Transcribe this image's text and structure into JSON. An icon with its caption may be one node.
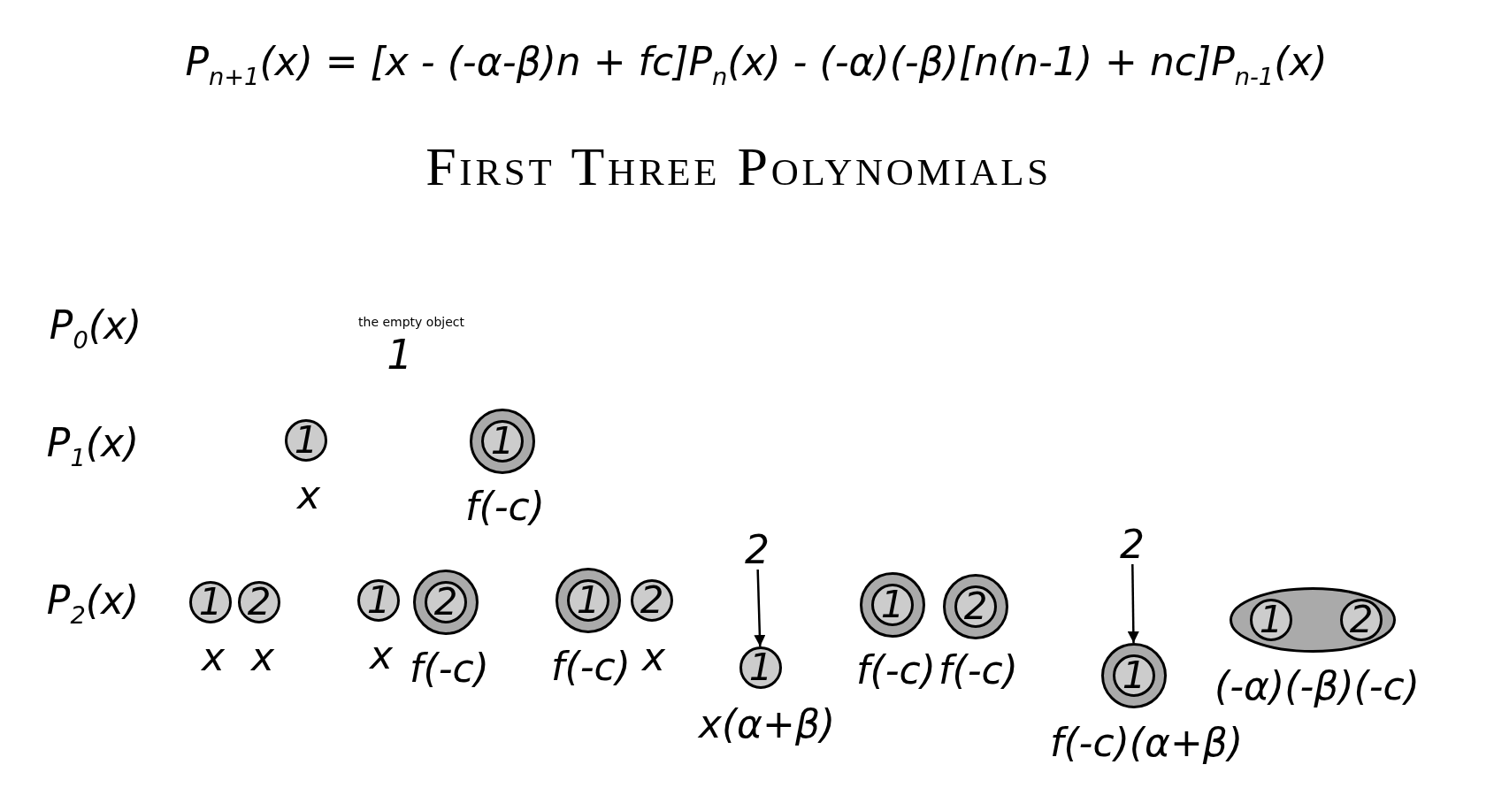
{
  "diagram": {
    "title": "First Three Polynomials",
    "nodes": [
      {
        "text": [
          "1"
        ],
        "beside": [
          "x"
        ]
      },
      {
        "text": [],
        "shape": "circle",
        "beside": [
          "f(-c)"
        ]
      },
      {
        "text": [
          "1"
        ],
        "in": 1
      },
      {
        "text": [
          "1"
        ],
        "beside": [
          "x"
        ]
      },
      {
        "text": [
          "2"
        ],
        "beside": [
          "x"
        ]
      },
      {
        "text": [
          "1"
        ],
        "beside": [
          "x"
        ]
      },
      {
        "text": [],
        "shape": "circle",
        "beside": [
          "f(-c)"
        ]
      },
      {
        "text": [
          "2"
        ],
        "in": 6
      },
      {
        "text": [],
        "shape": "circle",
        "beside": [
          "f(-c)"
        ]
      },
      {
        "text": [
          "1"
        ],
        "in": 8
      },
      {
        "text": [
          "2"
        ],
        "beside": [
          "x"
        ]
      },
      {
        "text": [
          "2"
        ]
      },
      {
        "text": [
          "1"
        ],
        "beside": [
          "x(α+β)"
        ]
      },
      {
        "text": [],
        "shape": "circle",
        "beside": [
          "f(-c)"
        ]
      },
      {
        "text": [
          "1"
        ],
        "in": 13
      },
      {
        "text": [],
        "shape": "circle",
        "beside": [
          "f(-c)"
        ]
      },
      {
        "text": [
          "2"
        ],
        "in": 15
      },
      {
        "text": [
          "2"
        ]
      },
      {
        "text": [],
        "shape": "circle",
        "beside": [
          "f(-c)(α+β)"
        ]
      },
      {
        "text": [
          "1"
        ],
        "in": 18
      },
      {
        "text": [],
        "shape": "ellipse",
        "beside": [
          "(-α)(-β)(-c)"
        ]
      },
      {
        "text": [
          "1"
        ],
        "in": 20
      },
      {
        "text": [
          "2"
        ],
        "in": 20
      }
    ],
    "edges": [
      {
        "from": 11,
        "to": 12,
        "arrow": "to"
      },
      {
        "from": 17,
        "to": 18,
        "arrow": "to"
      }
    ],
    "labels": [
      "P$_{n+1}$(x) = [x - (-α-β)n + fc]P$_{n}$(x) - (-α)(-β)[n(n-1) + nc]P$_{n-1}$(x)",
      "P$_{0}$(x)",
      "the empty object",
      "1",
      "P$_{1}$(x)",
      "P$_{2}$(x)"
    ]
  }
}
